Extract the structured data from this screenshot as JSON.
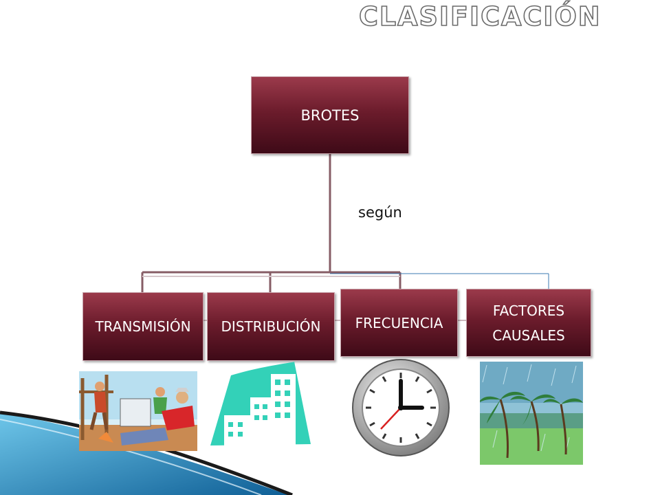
{
  "title": "CLASIFICACIÓN",
  "root": {
    "label": "BROTES"
  },
  "connector_label": "según",
  "children": [
    {
      "label": "TRANSMISIÓN",
      "icon": "injured-workers-icon"
    },
    {
      "label": "DISTRIBUCIÓN",
      "icon": "city-buildings-icon"
    },
    {
      "label": "FRECUENCIA",
      "icon": "clock-icon"
    },
    {
      "label": "FACTORES CAUSALES",
      "icon": "storm-palm-trees-icon"
    }
  ],
  "colors": {
    "box_top": "#9b3a4b",
    "box_bottom": "#3e0a17",
    "accent_swoosh": "#1f7fb5"
  }
}
